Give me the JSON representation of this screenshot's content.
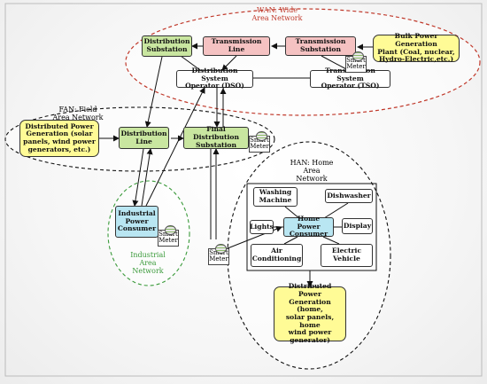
{
  "networks": {
    "wan": "WAN: Wide\nArea Network",
    "fan": "FAN: Field\nArea Network",
    "han": "HAN: Home\nArea\nNetwork",
    "ian": "Industrial\nArea\nNetwork"
  },
  "nodes": {
    "distribution_substation": "Distribution\nSubstation",
    "transmission_line": "Transmission\nLine",
    "transmission_substation": "Transmission\nSubstation",
    "bulk_power": "Bulk Power Generation\nPlant (Coal, nuclear,\nHydro-Electric,etc.)",
    "dso": "Distribution System\nOperator (DSO)",
    "tso": "Transmission System\nOperator (TSO)",
    "distributed_gen_fan": "Distributed Power\nGeneration (solar\npanels, wind power\ngenerators, etc.)",
    "distribution_line": "Distribution\nLine",
    "final_distribution_substation": "Final Distribution\nSubstation",
    "industrial_consumer": "Industrial\nPower\nConsumer",
    "washing_machine": "Washing\nMachine",
    "dishwasher": "Dishwasher",
    "lights": "Lights",
    "home_consumer": "Home Power\nConsumer",
    "display": "Display",
    "air_conditioning": "Air\nConditioning",
    "electric_vehicle": "Electric\nVehicle",
    "distributed_gen_home": "Distributed Power\nGeneration (home,\nsolar panels, home\nwind power\ngenerator)"
  },
  "meter_label": "Smart\nMeter",
  "colors": {
    "wan_border": "#c0392b",
    "fan_border": "#111111",
    "han_border": "#111111",
    "ian_border": "#3a9a3a",
    "ian_text": "#3a9a3a",
    "wan_text": "#c0392b",
    "green_box": "#c9e6a0",
    "pink_box": "#f5c2c2",
    "yellow_box": "#fffb96",
    "cyan_box": "#b9e6f2"
  }
}
